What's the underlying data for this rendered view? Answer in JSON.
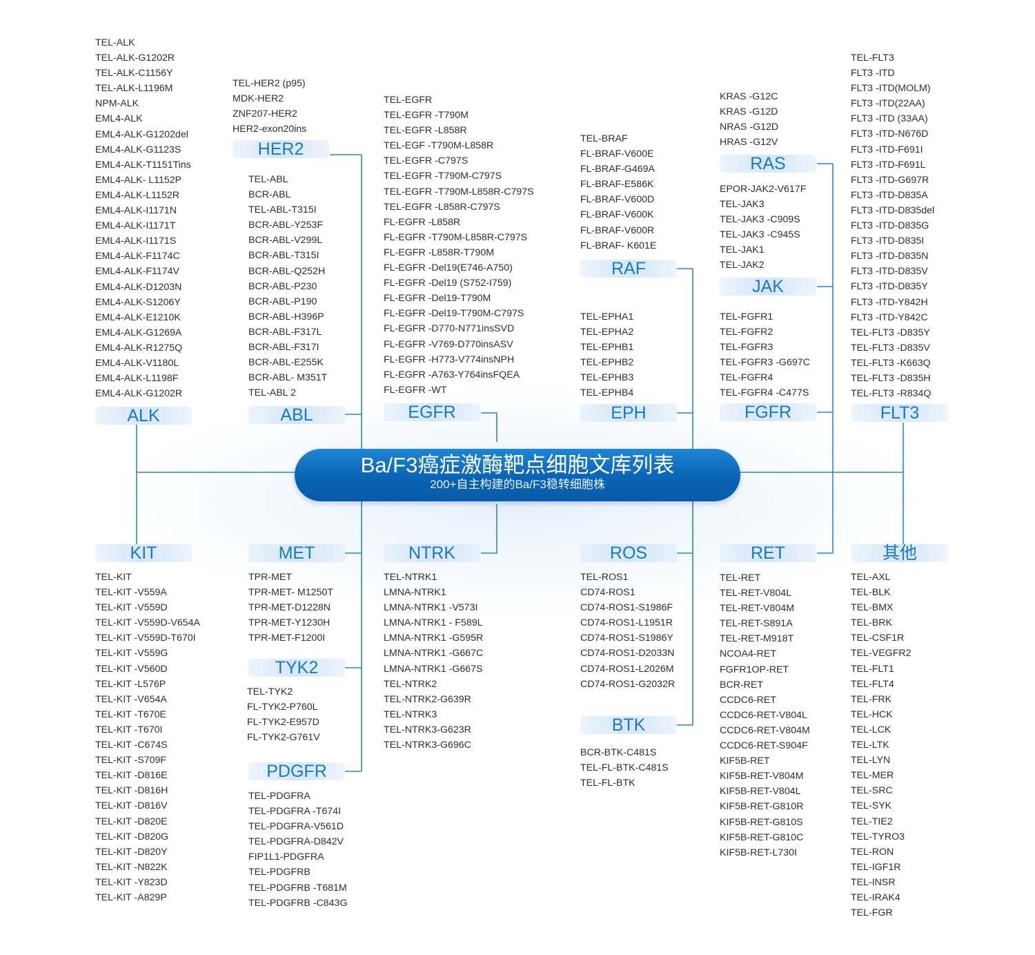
{
  "title": "Ba/F3癌症激酶靶点细胞文库列表",
  "subtitle": "200+自主构建的Ba/F3稳转细胞株",
  "accent_color": "#1b79c4",
  "line_color": "#2a87c9",
  "groups": [
    {
      "key": "ALK",
      "label": "ALK",
      "items": [
        "TEL-ALK",
        "TEL-ALK-G1202R",
        "TEL-ALK-C1156Y",
        "TEL-ALK-L1196M",
        "NPM-ALK",
        "EML4-ALK",
        "EML4-ALK-G1202del",
        "EML4-ALK-G1123S",
        "EML4-ALK-T1151Tins",
        "EML4-ALK- L1152P",
        "EML4-ALK-L1152R",
        "EML4-ALK-I1171N",
        "EML4-ALK-I1171T",
        "EML4-ALK-I1171S",
        "EML4-ALK-F1174C",
        "EML4-ALK-F1174V",
        "EML4-ALK-D1203N",
        "EML4-ALK-S1206Y",
        "EML4-ALK-E1210K",
        "EML4-ALK-G1269A",
        "EML4-ALK-R1275Q",
        "EML4-ALK-V1180L",
        "EML4-ALK-L1198F",
        "EML4-ALK-G1202R"
      ]
    },
    {
      "key": "HER2",
      "label": "HER2",
      "items": [
        "TEL-HER2 (p95)",
        "MDK-HER2",
        "ZNF207-HER2",
        "HER2-exon20ins"
      ]
    },
    {
      "key": "ABL",
      "label": "ABL",
      "items": [
        "TEL-ABL",
        "BCR-ABL",
        "TEL-ABL-T315I",
        "BCR-ABL-Y253F",
        "BCR-ABL-V299L",
        "BCR-ABL-T315I",
        "BCR-ABL-Q252H",
        "BCR-ABL-P230",
        "BCR-ABL-P190",
        "BCR-ABL-H396P",
        "BCR-ABL-F317L",
        "BCR-ABL-F317I",
        "BCR-ABL-E255K",
        "BCR-ABL- M351T",
        "TEL-ABL 2"
      ]
    },
    {
      "key": "EGFR",
      "label": "EGFR",
      "items": [
        "TEL-EGFR",
        "TEL-EGFR -T790M",
        "TEL-EGFR -L858R",
        "TEL-EGF -T790M-L858R",
        "TEL-EGFR -C797S",
        "TEL-EGFR -T790M-C797S",
        "TEL-EGFR -T790M-L858R-C797S",
        "TEL-EGFR -L858R-C797S",
        "FL-EGFR -L858R",
        "FL-EGFR -T790M-L858R-C797S",
        "FL-EGFR -L858R-T790M",
        "FL-EGFR -Del19(E746-A750)",
        "FL-EGFR -Del19 (S752-I759)",
        "FL-EGFR -Del19-T790M",
        "FL-EGFR -Del19-T790M-C797S",
        "FL-EGFR -D770-N771insSVD",
        "FL-EGFR -V769-D770insASV",
        "FL-EGFR -H773-V774insNPH",
        "FL-EGFR -A763-Y764insFQEA",
        "FL-EGFR -WT"
      ]
    },
    {
      "key": "RAF",
      "label": "RAF",
      "items": [
        "TEL-BRAF",
        "FL-BRAF-V600E",
        "FL-BRAF-G469A",
        "FL-BRAF-E586K",
        "FL-BRAF-V600D",
        "FL-BRAF-V600K",
        "FL-BRAF-V600R",
        "FL-BRAF- K601E"
      ]
    },
    {
      "key": "EPH",
      "label": "EPH",
      "items": [
        "TEL-EPHA1",
        "TEL-EPHA2",
        "TEL-EPHB1",
        "TEL-EPHB2",
        "TEL-EPHB3",
        "TEL-EPHB4"
      ]
    },
    {
      "key": "RAS",
      "label": "RAS",
      "items": [
        "KRAS -G12C",
        "KRAS -G12D",
        "NRAS -G12D",
        "HRAS -G12V"
      ]
    },
    {
      "key": "JAK",
      "label": "JAK",
      "items": [
        "EPOR-JAK2-V617F",
        "TEL-JAK3",
        "TEL-JAK3 -C909S",
        "TEL-JAK3 -C945S",
        "TEL-JAK1",
        "TEL-JAK2"
      ]
    },
    {
      "key": "FGFR",
      "label": "FGFR",
      "items": [
        "TEL-FGFR1",
        "TEL-FGFR2",
        "TEL-FGFR3",
        "TEL-FGFR3 -G697C",
        "TEL-FGFR4",
        "TEL-FGFR4 -C477S"
      ]
    },
    {
      "key": "FLT3",
      "label": "FLT3",
      "items": [
        "TEL-FLT3",
        "FLT3 -ITD",
        "FLT3 -ITD(MOLM)",
        "FLT3 -ITD(22AA)",
        "FLT3 -ITD (33AA)",
        "FLT3 -ITD-N676D",
        "FLT3 -ITD-F691I",
        "FLT3 -ITD-F691L",
        "FLT3 -ITD-G697R",
        "FLT3 -ITD-D835A",
        "FLT3 -ITD-D835del",
        "FLT3 -ITD-D835G",
        "FLT3 -ITD-D835I",
        "FLT3 -ITD-D835N",
        "FLT3 -ITD-D835V",
        "FLT3 -ITD-D835Y",
        "FLT3 -ITD-Y842H",
        "FLT3 -ITD-Y842C",
        "TEL-FLT3 -D835Y",
        "TEL-FLT3 -D835V",
        "TEL-FLT3 -K663Q",
        "TEL-FLT3 -D835H",
        "TEL-FLT3 -R834Q"
      ]
    },
    {
      "key": "KIT",
      "label": "KIT",
      "items": [
        "TEL-KIT",
        "TEL-KIT -V559A",
        "TEL-KIT -V559D",
        "TEL-KIT -V559D-V654A",
        "TEL-KIT -V559D-T670I",
        "TEL-KIT -V559G",
        "TEL-KIT -V560D",
        "TEL-KIT -L576P",
        "TEL-KIT -V654A",
        "TEL-KIT -T670E",
        "TEL-KIT -T670I",
        "TEL-KIT -C674S",
        "TEL-KIT -S709F",
        "TEL-KIT -D816E",
        "TEL-KIT -D816H",
        "TEL-KIT -D816V",
        "TEL-KIT -D820E",
        "TEL-KIT -D820G",
        "TEL-KIT -D820Y",
        "TEL-KIT -N822K",
        "TEL-KIT -Y823D",
        "TEL-KIT -A829P"
      ]
    },
    {
      "key": "MET",
      "label": "MET",
      "items": [
        "TPR-MET",
        "TPR-MET- M1250T",
        "TPR-MET-D1228N",
        "TPR-MET-Y1230H",
        "TPR-MET-F1200I"
      ]
    },
    {
      "key": "TYK2",
      "label": "TYK2",
      "items": [
        "TEL-TYK2",
        "FL-TYK2-P760L",
        "FL-TYK2-E957D",
        "FL-TYK2-G761V"
      ]
    },
    {
      "key": "PDGFR",
      "label": "PDGFR",
      "items": [
        "TEL-PDGFRA",
        "TEL-PDGFRA -T674I",
        "TEL-PDGFRA-V561D",
        "TEL-PDGFRA-D842V",
        "FIP1L1-PDGFRA",
        "TEL-PDGFRB",
        "TEL-PDGFRB -T681M",
        "TEL-PDGFRB -C843G"
      ]
    },
    {
      "key": "NTRK",
      "label": "NTRK",
      "items": [
        "TEL-NTRK1",
        "LMNA-NTRK1",
        "LMNA-NTRK1 -V573I",
        "LMNA-NTRK1 - F589L",
        "LMNA-NTRK1 -G595R",
        "LMNA-NTRK1 -G667C",
        "LMNA-NTRK1 -G667S",
        "TEL-NTRK2",
        "TEL-NTRK2-G639R",
        "TEL-NTRK3",
        "TEL-NTRK3-G623R",
        "TEL-NTRK3-G696C"
      ]
    },
    {
      "key": "ROS",
      "label": "ROS",
      "items": [
        "TEL-ROS1",
        "CD74-ROS1",
        "CD74-ROS1-S1986F",
        "CD74-ROS1-L1951R",
        "CD74-ROS1-S1986Y",
        "CD74-ROS1-D2033N",
        "CD74-ROS1-L2026M",
        "CD74-ROS1-G2032R"
      ]
    },
    {
      "key": "BTK",
      "label": "BTK",
      "items": [
        "BCR-BTK-C481S",
        "TEL-FL-BTK-C481S",
        "TEL-FL-BTK"
      ]
    },
    {
      "key": "RET",
      "label": "RET",
      "items": [
        "TEL-RET",
        "TEL-RET-V804L",
        "TEL-RET-V804M",
        "TEL-RET-S891A",
        "TEL-RET-M918T",
        "NCOA4-RET",
        "FGFR1OP-RET",
        "BCR-RET",
        "CCDC6-RET",
        "CCDC6-RET-V804L",
        "CCDC6-RET-V804M",
        "CCDC6-RET-S904F",
        "KIF5B-RET",
        "KIF5B-RET-V804M",
        "KIF5B-RET-V804L",
        "KIF5B-RET-G810R",
        "KIF5B-RET-G810S",
        "KIF5B-RET-G810C",
        "KIF5B-RET-L730I"
      ]
    },
    {
      "key": "OTHER",
      "label": "其他",
      "items": [
        "TEL-AXL",
        "TEL-BLK",
        "TEL-BMX",
        "TEL-BRK",
        "TEL-CSF1R",
        "TEL-VEGFR2",
        "TEL-FLT1",
        "TEL-FLT4",
        "TEL-FRK",
        "TEL-HCK",
        "TEL-LCK",
        "TEL-LTK",
        "TEL-LYN",
        "TEL-MER",
        "TEL-SRC",
        "TEL-SYK",
        "TEL-TIE2",
        "TEL-TYRO3",
        "TEL-RON",
        "TEL-IGF1R",
        "TEL-INSR",
        "TEL-IRAK4",
        "TEL-FGR"
      ]
    }
  ]
}
